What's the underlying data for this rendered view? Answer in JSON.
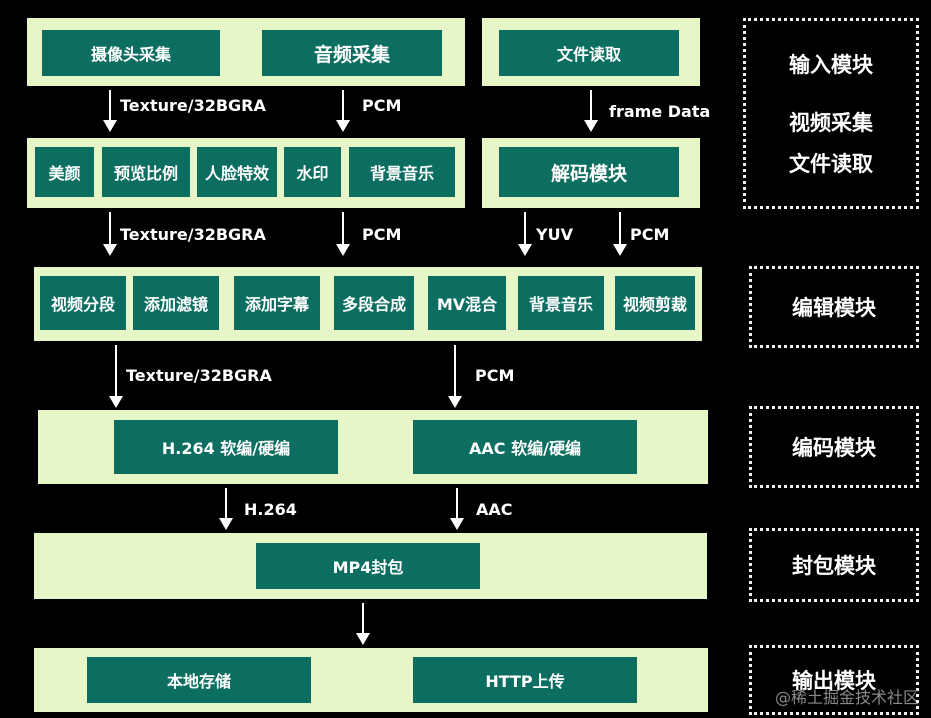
{
  "capture": {
    "camera": "摄像头采集",
    "audio": "音频采集",
    "file_read": "文件读取"
  },
  "links1": {
    "texture": "Texture/32BGRA",
    "pcm": "PCM",
    "frame_data": "frame Data"
  },
  "preprocess": [
    "美颜",
    "预览比例",
    "人脸特效",
    "水印",
    "背景音乐"
  ],
  "decode": "解码模块",
  "links2": {
    "texture": "Texture/32BGRA",
    "pcm": "PCM",
    "yuv": "YUV",
    "pcm2": "PCM"
  },
  "edit": [
    "视频分段",
    "添加滤镜",
    "添加字幕",
    "多段合成",
    "MV混合",
    "背景音乐",
    "视频剪裁"
  ],
  "links3": {
    "texture": "Texture/32BGRA",
    "pcm": "PCM"
  },
  "encode": {
    "video": "H.264 软编/硬编",
    "audio": "AAC 软编/硬编"
  },
  "links4": {
    "h264": "H.264",
    "aac": "AAC"
  },
  "mux": "MP4封包",
  "output": {
    "local": "本地存储",
    "http": "HTTP上传"
  },
  "legend": {
    "input": "输入模块",
    "video_capture": "视频采集",
    "file_read": "文件读取",
    "edit": "编辑模块",
    "encode": "编码模块",
    "mux": "封包模块",
    "output": "输出模块"
  },
  "watermark": "@稀土掘金技术社区",
  "colors": {
    "background": "#000000",
    "band": "#e7f6c7",
    "box": "#0c6e60",
    "text": "#ffffff"
  }
}
